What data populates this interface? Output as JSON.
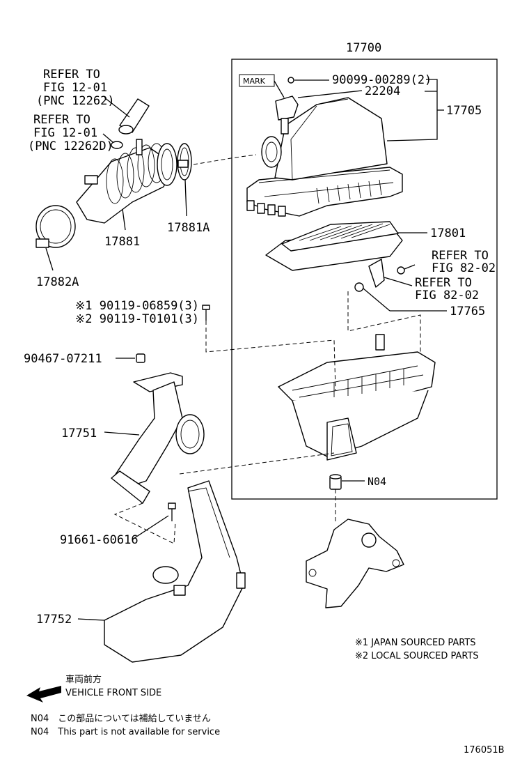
{
  "labels": {
    "p17700": "17700",
    "bolt_90099": "90099-00289(2)",
    "p22204": "22204",
    "p17705": "17705",
    "mark": "MARK",
    "refer1_a": "REFER TO",
    "refer1_b": "FIG 12-01",
    "refer1_c": "(PNC 12262)",
    "refer2_a": "REFER TO",
    "refer2_b": "FIG 12-01",
    "refer2_c": "(PNC 12262D)",
    "p17881": "17881",
    "p17881A": "17881A",
    "p17882A": "17882A",
    "p17801": "17801",
    "refer3_a": "REFER TO",
    "refer3_b": "FIG 82-02",
    "refer4_a": "REFER TO",
    "refer4_b": "FIG 82-02",
    "p17765": "17765",
    "bolt1": "※1 90119-06859(3)",
    "bolt2": "※2 90119-T0101(3)",
    "bolt_90467": "90467-07211",
    "p17751": "17751",
    "n04": "N04",
    "bolt_91661": "91661-60616",
    "p17752": "17752"
  },
  "legend": {
    "note1": "※1 JAPAN SOURCED PARTS",
    "note2": "※2 LOCAL SOURCED PARTS"
  },
  "direction": {
    "jp": "車両前方",
    "en": "VEHICLE FRONT SIDE"
  },
  "footnotes": {
    "jp": "N04　この部品については補給していません",
    "en": "N04　This part is not available for service"
  },
  "figure_id": "176051B"
}
